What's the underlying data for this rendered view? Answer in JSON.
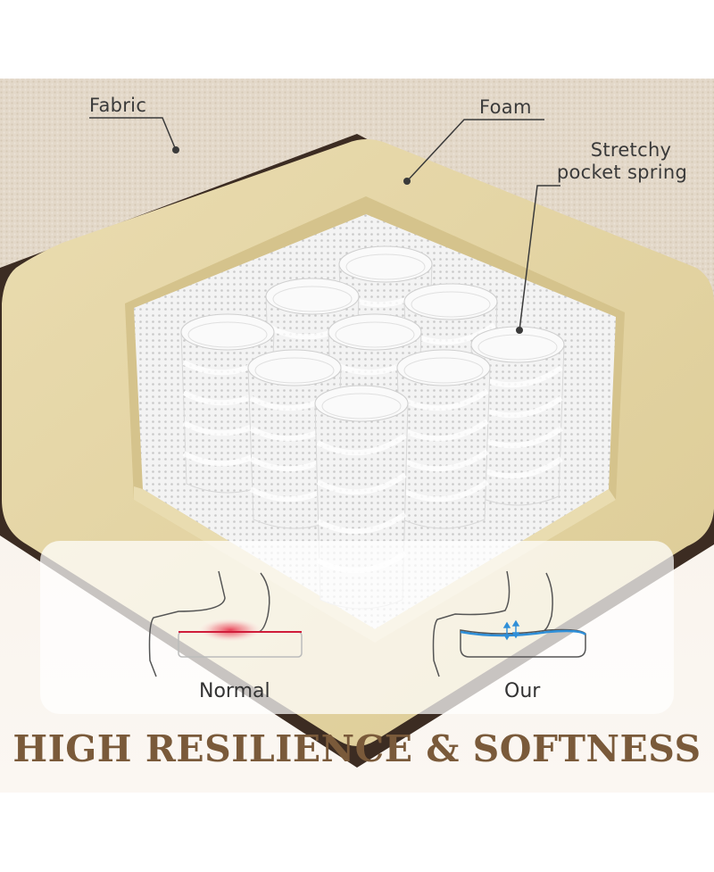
{
  "labels": {
    "fabric": "Fabric",
    "foam": "Foam",
    "spring_line1": "Stretchy",
    "spring_line2": "pocket spring"
  },
  "comparison": {
    "normal": "Normal",
    "our": "Our"
  },
  "headline": "HIGH RESILIENCE & SOFTNESS",
  "colors": {
    "fabric": "#e2d6c7",
    "foam": "#e6d7a8",
    "spring": "#f4f4f4",
    "headline": "#7a5a3a",
    "pressure": "#e8384f",
    "support": "#2f8fd8"
  }
}
